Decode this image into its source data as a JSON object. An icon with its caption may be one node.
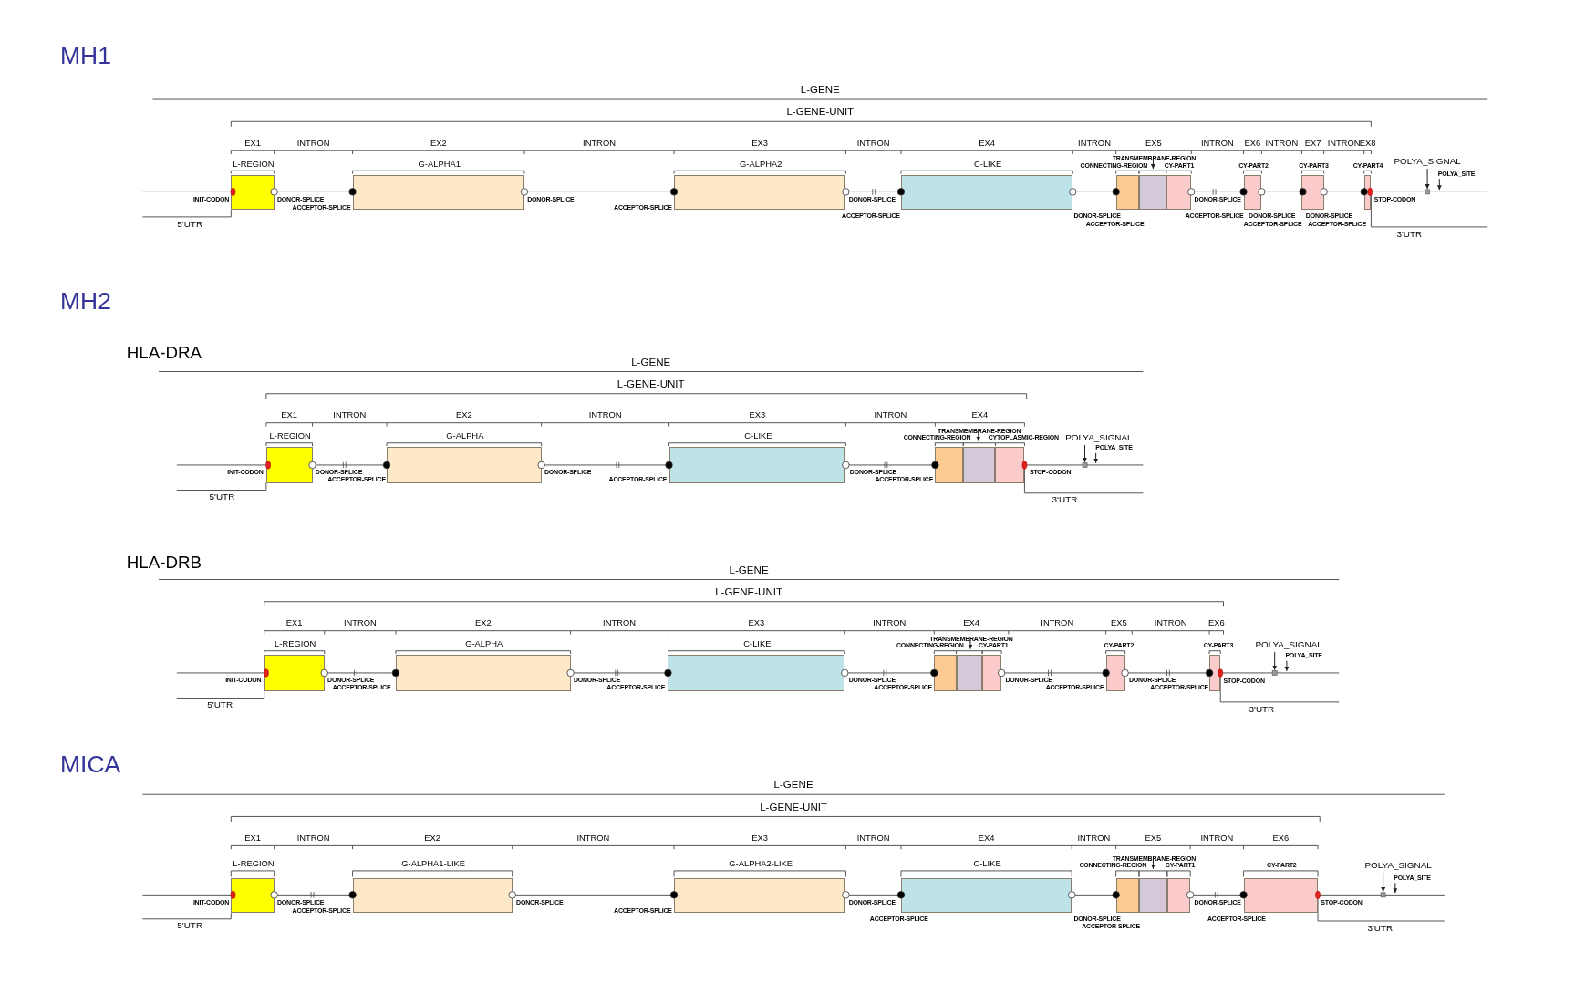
{
  "diagram": {
    "nodes": [
      {
        "text": [
          "L-REGION"
        ]
      },
      {
        "text": [
          "G-ALPHA1"
        ]
      },
      {
        "text": [
          "G-ALPHA2"
        ]
      },
      {
        "text": [
          "C-LIKE"
        ]
      },
      {
        "text": [
          "CONNECTING-REGION"
        ]
      },
      {
        "text": [
          "TRANSMEMBRANE-REGION"
        ]
      },
      {
        "text": [
          "CY-PART1"
        ]
      },
      {
        "text": [
          "CY-PART2"
        ]
      },
      {
        "text": [
          "CY-PART3"
        ]
      },
      {
        "text": [
          "CY-PART4"
        ]
      },
      {
        "text": [
          "L-REGION"
        ]
      },
      {
        "text": [
          "G-ALPHA"
        ]
      },
      {
        "text": [
          "C-LIKE"
        ]
      },
      {
        "text": [
          "CONNECTING-REGION"
        ]
      },
      {
        "text": [
          "TRANSMEMBRANE-REGION"
        ]
      },
      {
        "text": [
          "CYTOPLASMIC-REGION"
        ]
      },
      {
        "text": [
          "L-REGION"
        ]
      },
      {
        "text": [
          "G-ALPHA"
        ]
      },
      {
        "text": [
          "C-LIKE"
        ]
      },
      {
        "text": [
          "CONNECTING-REGION"
        ]
      },
      {
        "text": [
          "TRANSMEMBRANE-REGION"
        ]
      },
      {
        "text": [
          "CY-PART1"
        ]
      },
      {
        "text": [
          "CY-PART2"
        ]
      },
      {
        "text": [
          "CY-PART3"
        ]
      },
      {
        "text": [
          "L-REGION"
        ]
      },
      {
        "text": [
          "G-ALPHA1-LIKE"
        ]
      },
      {
        "text": [
          "G-ALPHA2-LIKE"
        ]
      },
      {
        "text": [
          "C-LIKE"
        ]
      },
      {
        "text": [
          "CONNECTING-REGION"
        ]
      },
      {
        "text": [
          "TRANSMEMBRANE-REGION"
        ]
      },
      {
        "text": [
          "CY-PART1"
        ]
      },
      {
        "text": [
          "CY-PART2"
        ]
      }
    ],
    "edges": [
      {
        "from": null,
        "to": 0,
        "arrow": "none"
      },
      {
        "from": 0,
        "to": 1,
        "arrow": "none"
      },
      {
        "from": 1,
        "to": 2,
        "arrow": "none"
      },
      {
        "from": 2,
        "to": 3,
        "arrow": "none"
      },
      {
        "from": 3,
        "to": 4,
        "arrow": "none"
      },
      {
        "from": 6,
        "to": 7,
        "arrow": "none"
      },
      {
        "from": 7,
        "to": 8,
        "arrow": "none"
      },
      {
        "from": 8,
        "to": 9,
        "arrow": "none"
      },
      {
        "from": 9,
        "to": null,
        "arrow": "none"
      },
      {
        "from": null,
        "to": 10,
        "arrow": "none"
      },
      {
        "from": 10,
        "to": 11,
        "arrow": "none"
      },
      {
        "from": 11,
        "to": 12,
        "arrow": "none"
      },
      {
        "from": 12,
        "to": 13,
        "arrow": "none"
      },
      {
        "from": 15,
        "to": null,
        "arrow": "none"
      },
      {
        "from": null,
        "to": 16,
        "arrow": "none"
      },
      {
        "from": 16,
        "to": 17,
        "arrow": "none"
      },
      {
        "from": 17,
        "to": 18,
        "arrow": "none"
      },
      {
        "from": 18,
        "to": 19,
        "arrow": "none"
      },
      {
        "from": 21,
        "to": 22,
        "arrow": "none"
      },
      {
        "from": 22,
        "to": 23,
        "arrow": "none"
      },
      {
        "from": 23,
        "to": null,
        "arrow": "none"
      },
      {
        "from": null,
        "to": 24,
        "arrow": "none"
      },
      {
        "from": 24,
        "to": 25,
        "arrow": "none"
      },
      {
        "from": 25,
        "to": 26,
        "arrow": "none"
      },
      {
        "from": 26,
        "to": 27,
        "arrow": "none"
      },
      {
        "from": 27,
        "to": 28,
        "arrow": "none"
      },
      {
        "from": 30,
        "to": 31,
        "arrow": "none"
      },
      {
        "from": 31,
        "to": null,
        "arrow": "none"
      }
    ],
    "labels": [
      "MH1",
      "L-GENE",
      "L-GENE-UNIT",
      "EX1",
      "INTRON",
      "EX2",
      "INTRON",
      "EX3",
      "INTRON",
      "EX4",
      "INTRON",
      "EX5",
      "INTRON",
      "EX6",
      "INTRON",
      "EX7",
      "INTRON",
      "EX8",
      "POLYA_SIGNAL",
      "POLYA_SITE",
      "INIT-CODON",
      "DONOR-SPLICE",
      "ACCEPTOR-SPLICE",
      "DONOR-SPLICE",
      "ACCEPTOR-SPLICE",
      "DONOR-SPLICE",
      "ACCEPTOR-SPLICE",
      "DONOR-SPLICE",
      "ACCEPTOR-SPLICE",
      "DONOR-SPLICE",
      "ACCEPTOR-SPLICE",
      "DONOR-SPLICE",
      "ACCEPTOR-SPLICE",
      "DONOR-SPLICE",
      "ACCEPTOR-SPLICE",
      "STOP-CODON",
      "5'UTR",
      "3'UTR",
      "MH2",
      "HLA-DRA",
      "L-GENE",
      "L-GENE-UNIT",
      "EX1",
      "INTRON",
      "EX2",
      "INTRON",
      "EX3",
      "INTRON",
      "EX4",
      "POLYA_SIGNAL",
      "POLYA_SITE",
      "INIT-CODON",
      "DONOR-SPLICE",
      "ACCEPTOR-SPLICE",
      "DONOR-SPLICE",
      "ACCEPTOR-SPLICE",
      "DONOR-SPLICE",
      "ACCEPTOR-SPLICE",
      "STOP-CODON",
      "5'UTR",
      "3'UTR",
      "HLA-DRB",
      "L-GENE",
      "L-GENE-UNIT",
      "EX1",
      "INTRON",
      "EX2",
      "INTRON",
      "EX3",
      "INTRON",
      "EX4",
      "INTRON",
      "EX5",
      "INTRON",
      "EX6",
      "POLYA_SIGNAL",
      "POLYA_SITE",
      "INIT-CODON",
      "DONOR-SPLICE",
      "ACCEPTOR-SPLICE",
      "DONOR-SPLICE",
      "ACCEPTOR-SPLICE",
      "DONOR-SPLICE",
      "ACCEPTOR-SPLICE",
      "DONOR-SPLICE",
      "ACCEPTOR-SPLICE",
      "DONOR-SPLICE",
      "ACCEPTOR-SPLICE",
      "STOP-CODON",
      "5'UTR",
      "3'UTR",
      "MICA",
      "L-GENE",
      "L-GENE-UNIT",
      "EX1",
      "INTRON",
      "EX2",
      "INTRON",
      "EX3",
      "INTRON",
      "EX4",
      "INTRON",
      "EX5",
      "INTRON",
      "EX6",
      "POLYA_SIGNAL",
      "POLYA_SITE",
      "INIT-CODON",
      "DONOR-SPLICE",
      "ACCEPTOR-SPLICE",
      "DONOR-SPLICE",
      "ACCEPTOR-SPLICE",
      "DONOR-SPLICE",
      "ACCEPTOR-SPLICE",
      "DONOR-SPLICE",
      "ACCEPTOR-SPLICE",
      "DONOR-SPLICE",
      "ACCEPTOR-SPLICE",
      "STOP-CODON",
      "5'UTR",
      "3'UTR"
    ]
  }
}
